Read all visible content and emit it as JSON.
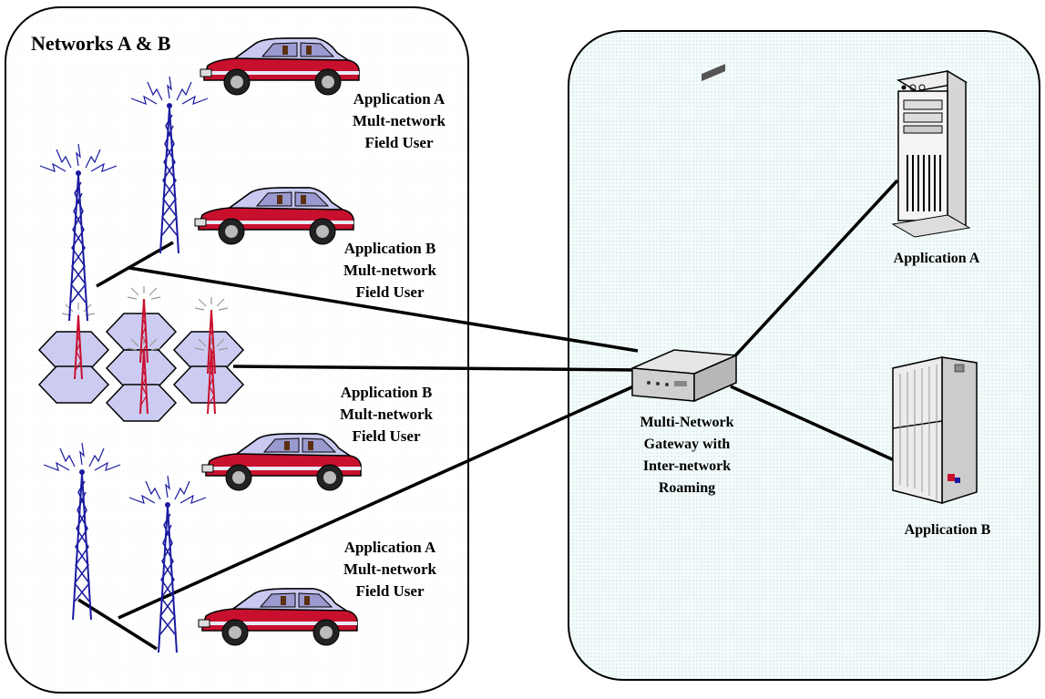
{
  "network_region": {
    "title": "Networks A & B"
  },
  "field_users": [
    {
      "lines": [
        "Application A",
        "Mult-network",
        "Field User"
      ]
    },
    {
      "lines": [
        "Application B",
        "Mult-network",
        "Field User"
      ]
    },
    {
      "lines": [
        "Application B",
        "Mult-network",
        "Field User"
      ]
    },
    {
      "lines": [
        "Application A",
        "Mult-network",
        "Field User"
      ]
    }
  ],
  "gateway": {
    "lines": [
      "Multi-Network",
      "Gateway with",
      "Inter-network",
      "Roaming"
    ]
  },
  "servers": [
    {
      "label": "Application A"
    },
    {
      "label": "Application B"
    }
  ],
  "colors": {
    "car_body": "#c8102e",
    "car_roof": "#c8c8f0",
    "tower": "#1a1aa0",
    "cell_tower": "#c8102e",
    "hex_fill": "#ccccf2",
    "server_region_fill": "#eef8f8"
  }
}
